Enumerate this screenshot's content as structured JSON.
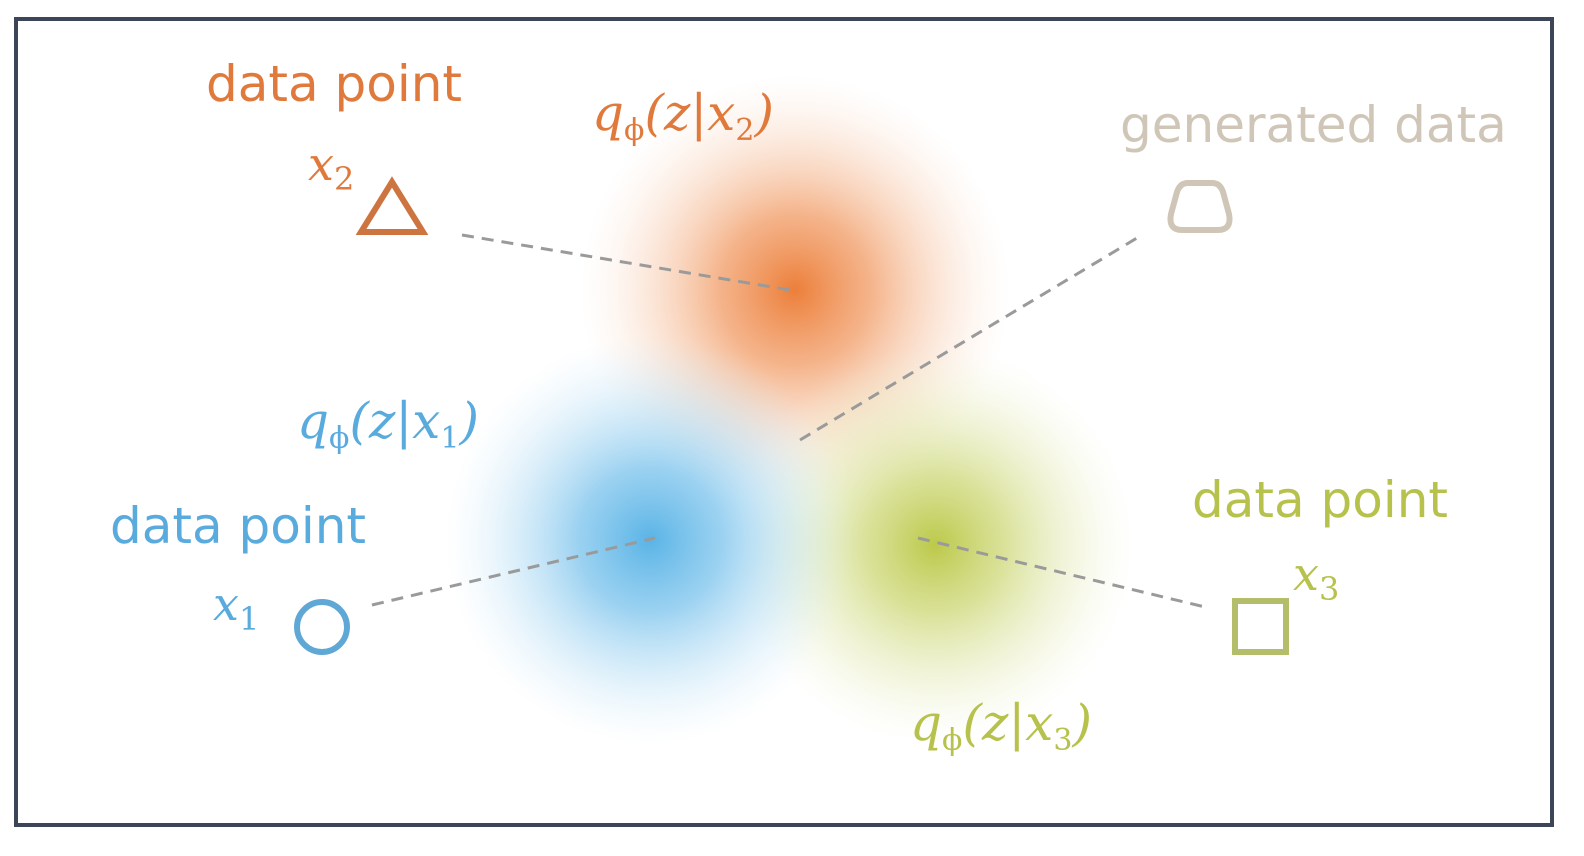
{
  "colors": {
    "blue": "#59aadd",
    "orange": "#e07a3c",
    "green": "#b7c24d",
    "generated": "#cfc6b7",
    "frame": "#3c4658",
    "dash": "#999999"
  },
  "points": {
    "x1": {
      "heading": "data point",
      "var": "x",
      "sub": "1",
      "marker": "circle-icon"
    },
    "x2": {
      "heading": "data point",
      "var": "x",
      "sub": "2",
      "marker": "triangle-icon"
    },
    "x3": {
      "heading": "data point",
      "var": "x",
      "sub": "3",
      "marker": "square-icon"
    },
    "generated": {
      "heading": "generated data",
      "marker": "rounded-triangle-icon"
    }
  },
  "posteriors": {
    "q1": {
      "q": "q",
      "phi": "ϕ",
      "open": "(z|",
      "var": "x",
      "sub": "1",
      "close": ")"
    },
    "q2": {
      "q": "q",
      "phi": "ϕ",
      "open": "(z|",
      "var": "x",
      "sub": "2",
      "close": ")"
    },
    "q3": {
      "q": "q",
      "phi": "ϕ",
      "open": "(z|",
      "var": "x",
      "sub": "3",
      "close": ")"
    }
  }
}
